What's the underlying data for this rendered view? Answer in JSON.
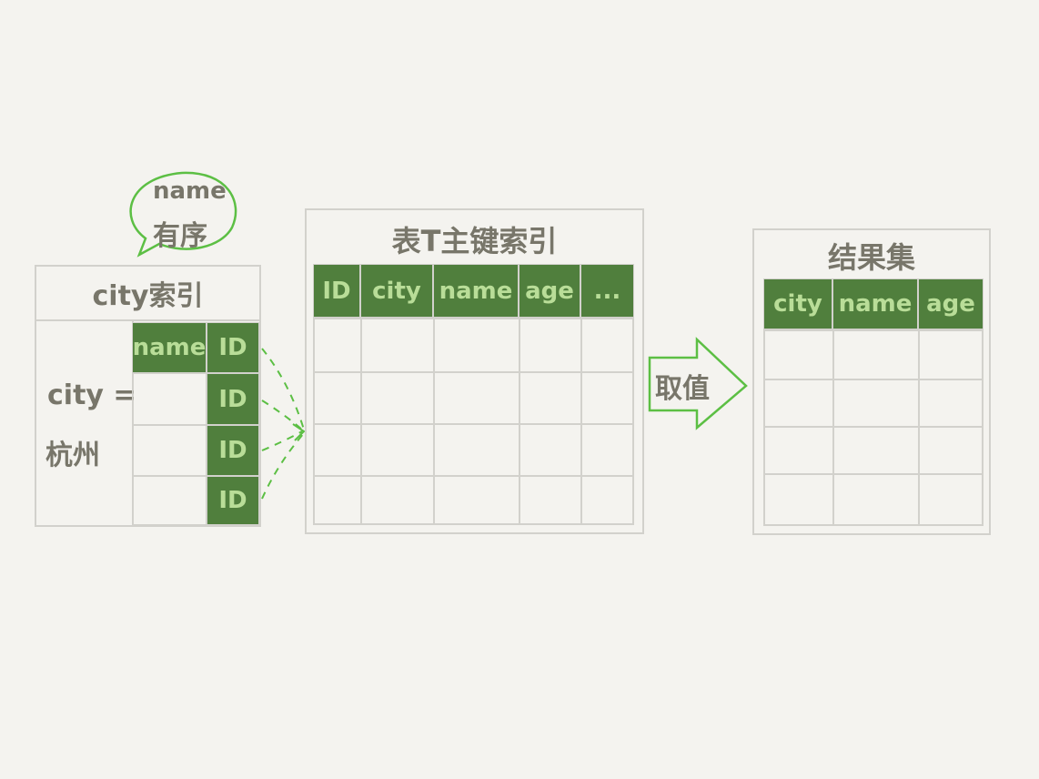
{
  "bubble": {
    "line1": "name",
    "line2": "有序"
  },
  "city_index": {
    "title": "city索引",
    "condition_line1": "city =",
    "condition_line2": "杭州",
    "header": [
      "name",
      "ID"
    ],
    "id_cells": [
      "ID",
      "ID",
      "ID"
    ]
  },
  "primary_index": {
    "title": "表T主键索引",
    "columns": [
      "ID",
      "city",
      "name",
      "age",
      "..."
    ]
  },
  "arrow": {
    "label": "取值"
  },
  "result_set": {
    "title": "结果集",
    "columns": [
      "city",
      "name",
      "age"
    ]
  },
  "colors": {
    "header_green": "#507f3d",
    "header_text": "#b9dd98",
    "accent_green": "#5cbf44",
    "grid": "#d2d1cc",
    "text": "#78766a",
    "background": "#f4f3ef"
  }
}
